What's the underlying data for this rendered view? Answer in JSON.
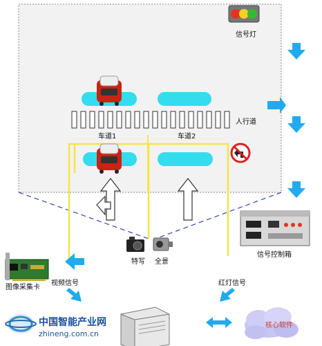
{
  "labels": {
    "signal_light": "信号灯",
    "crosswalk": "人行道",
    "lane1": "车道1",
    "lane2": "车道2",
    "control_box": "信号控制箱",
    "closeup": "特写",
    "panorama": "全景",
    "capture_card": "图像采集卡",
    "video_signal": "视频信号",
    "red_signal": "红灯信号",
    "core_software": "核心软件"
  },
  "watermark": {
    "cn": "中国智能产业网",
    "url": "zhineng.com.cn"
  },
  "colors": {
    "road": "#f2f2f2",
    "loop": "#33ddee",
    "wire": "#f5e642",
    "arrow_blue": "#22aaee",
    "light_red": "#e53322",
    "light_yellow": "#f2d21f",
    "light_green": "#33bb33"
  },
  "icons": {
    "no_left_turn": "no-left-turn-sign"
  }
}
